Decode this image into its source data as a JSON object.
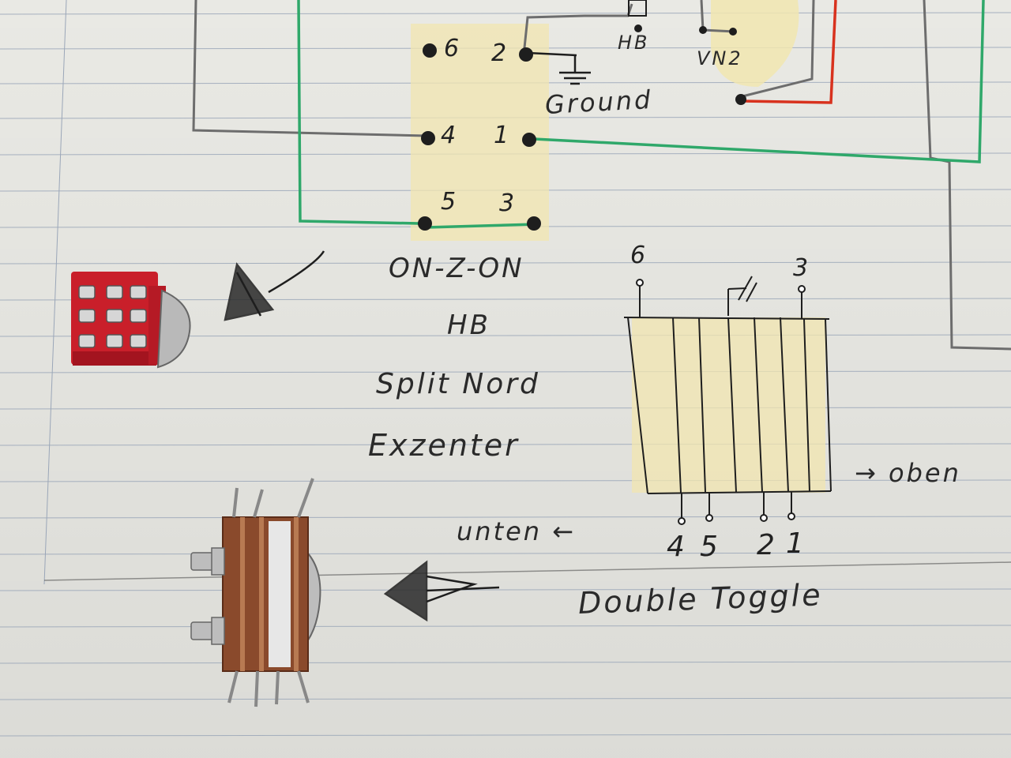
{
  "labels": {
    "pin_6_top": "6",
    "pin_2": "2",
    "pin_4": "4",
    "pin_1": "1",
    "pin_5": "5",
    "pin_3": "3",
    "ground": "Ground",
    "hb_top": "HB",
    "vn2": "VN2",
    "on_z_on": "ON-Z-ON",
    "hb_mid": "HB",
    "split_nord": "Split Nord",
    "exzenter": "Exzenter",
    "dt_pin_6": "6",
    "dt_pin_3": "3",
    "dt_pin_4": "4",
    "dt_pin_5": "5",
    "dt_pin_2": "2",
    "dt_pin_1": "1",
    "oben": "→ oben",
    "unten": "unten ←",
    "double_toggle": "Double Toggle"
  },
  "colors": {
    "paper": "#e9e9e4",
    "grid": "#9aa6b8",
    "ink": "#1e1e1e",
    "wire_green": "#2fa86a",
    "wire_red": "#d8321e",
    "wire_gray": "#6d6d6d",
    "yellow_fill": "#f1e6b0",
    "switch_red": "#c91f2a",
    "switch_brown": "#8a4a2c"
  }
}
